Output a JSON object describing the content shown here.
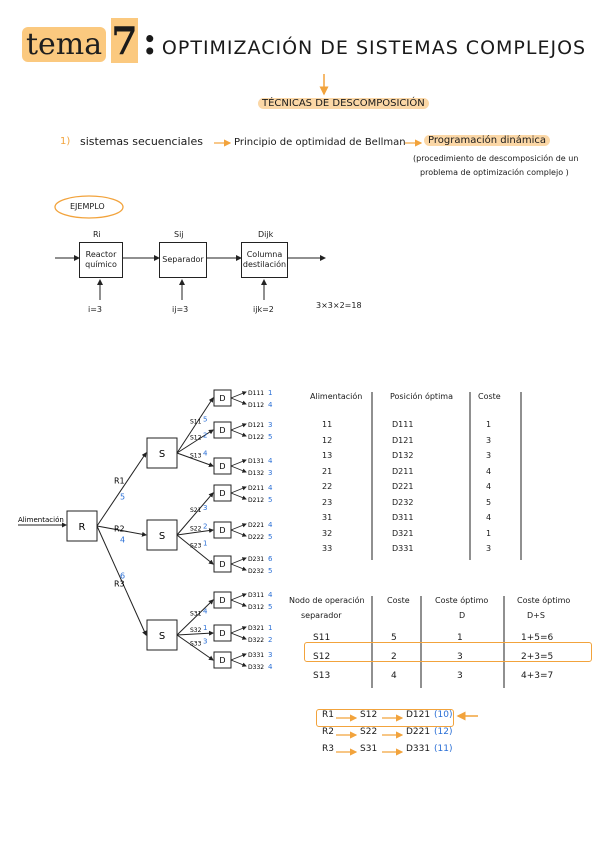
{
  "title": {
    "tema": "tema",
    "number": "7",
    "colon": ":",
    "text": "OPTIMIZACIÓN DE SISTEMAS COMPLEJOS"
  },
  "subtitle": "TÉCNICAS DE DESCOMPOSICIÓN",
  "line1": {
    "num": "1)",
    "a": "sistemas secuenciales",
    "b": "Principio de optimidad de Bellman",
    "c": "Programación dinámica",
    "note1": "(procedimiento de descomposición de un",
    "note2": "problema de optimización complejo )"
  },
  "example": {
    "label": "EJEMPLO",
    "boxes": [
      {
        "top": "Ri",
        "text": "Reactor químico",
        "bottom": "i=3"
      },
      {
        "top": "Sij",
        "text": "Separador",
        "bottom": "ij=3"
      },
      {
        "top": "Dijk",
        "text": "Columna destilación",
        "bottom": "ijk=2"
      }
    ],
    "calc": "3×3×2=18"
  },
  "tree": {
    "root_label": "Alimentación",
    "root": "R",
    "s_label": "S",
    "d_label": "D",
    "r_edges": [
      {
        "name": "R1",
        "cost": "5"
      },
      {
        "name": "R2",
        "cost": "4"
      },
      {
        "name": "R3",
        "cost": "6"
      }
    ],
    "s_groups": [
      {
        "edges": [
          {
            "name": "S11",
            "cost": "5"
          },
          {
            "name": "S12",
            "cost": "2"
          },
          {
            "name": "S13",
            "cost": "4"
          }
        ],
        "leaves": [
          [
            {
              "name": "D111",
              "cost": "1"
            },
            {
              "name": "D112",
              "cost": "4"
            }
          ],
          [
            {
              "name": "D121",
              "cost": "3"
            },
            {
              "name": "D122",
              "cost": "5"
            }
          ],
          [
            {
              "name": "D131",
              "cost": "4"
            },
            {
              "name": "D132",
              "cost": "3"
            }
          ]
        ]
      },
      {
        "edges": [
          {
            "name": "S21",
            "cost": "3"
          },
          {
            "name": "S22",
            "cost": "2"
          },
          {
            "name": "S23",
            "cost": "1"
          }
        ],
        "leaves": [
          [
            {
              "name": "D211",
              "cost": "4"
            },
            {
              "name": "D212",
              "cost": "5"
            }
          ],
          [
            {
              "name": "D221",
              "cost": "4"
            },
            {
              "name": "D222",
              "cost": "5"
            }
          ],
          [
            {
              "name": "D231",
              "cost": "6"
            },
            {
              "name": "D232",
              "cost": "5"
            }
          ]
        ]
      },
      {
        "edges": [
          {
            "name": "S31",
            "cost": "4"
          },
          {
            "name": "S32",
            "cost": "1"
          },
          {
            "name": "S33",
            "cost": "3"
          }
        ],
        "leaves": [
          [
            {
              "name": "D311",
              "cost": "4"
            },
            {
              "name": "D312",
              "cost": "5"
            }
          ],
          [
            {
              "name": "D321",
              "cost": "1"
            },
            {
              "name": "D322",
              "cost": "2"
            }
          ],
          [
            {
              "name": "D331",
              "cost": "3"
            },
            {
              "name": "D332",
              "cost": "4"
            }
          ]
        ]
      }
    ]
  },
  "table1": {
    "headers": [
      "Alimentación",
      "Posición óptima",
      "Coste"
    ],
    "rows": [
      [
        "11",
        "D111",
        "1"
      ],
      [
        "12",
        "D121",
        "3"
      ],
      [
        "13",
        "D132",
        "3"
      ],
      [
        "21",
        "D211",
        "4"
      ],
      [
        "22",
        "D221",
        "4"
      ],
      [
        "23",
        "D232",
        "5"
      ],
      [
        "31",
        "D311",
        "4"
      ],
      [
        "32",
        "D321",
        "1"
      ],
      [
        "33",
        "D331",
        "3"
      ]
    ]
  },
  "table2": {
    "headers": [
      "Nodo de operación",
      "Coste",
      "Coste óptimo",
      "Coste óptimo"
    ],
    "subheaders": [
      "separador",
      "",
      "D",
      "D+S"
    ],
    "rows": [
      [
        "S11",
        "5",
        "1",
        "1+5=6"
      ],
      [
        "S12",
        "2",
        "3",
        "2+3=5"
      ],
      [
        "S13",
        "4",
        "3",
        "4+3=7"
      ]
    ]
  },
  "results": [
    {
      "path": [
        "R1",
        "S12",
        "D121"
      ],
      "cost": "(10)"
    },
    {
      "path": [
        "R2",
        "S22",
        "D221"
      ],
      "cost": "(12)"
    },
    {
      "path": [
        "R3",
        "S31",
        "D331"
      ],
      "cost": "(11)"
    }
  ],
  "colors": {
    "accent": "#f2a33c",
    "highlight": "#fbd7a6",
    "blue": "#2a6fd6"
  }
}
